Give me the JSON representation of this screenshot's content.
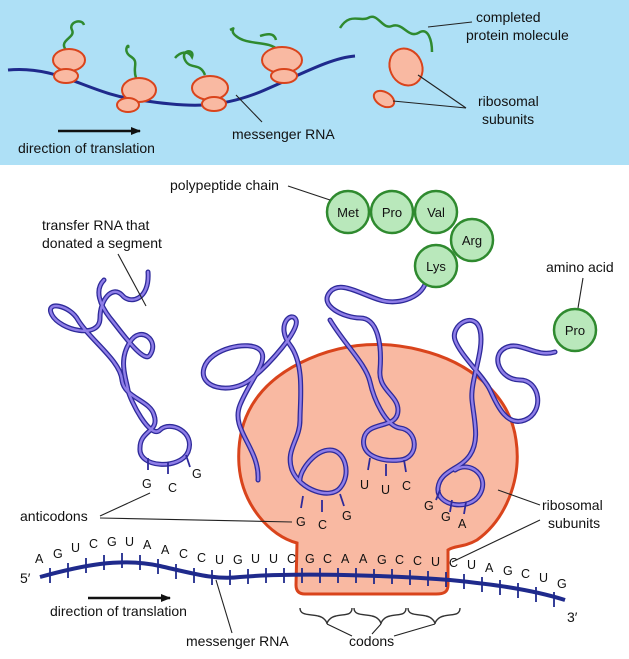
{
  "top_panel": {
    "completed_protein_line1": "completed",
    "completed_protein_line2": "protein molecule",
    "ribosomal_subunits_line1": "ribosomal",
    "ribosomal_subunits_line2": "subunits",
    "messenger_rna": "messenger RNA",
    "direction_of_translation": "direction of translation"
  },
  "main": {
    "polypeptide_chain": "polypeptide chain",
    "amino_acids": [
      "Met",
      "Pro",
      "Val",
      "Arg",
      "Lys"
    ],
    "amino_acid_label": "amino acid",
    "free_amino_acid": "Pro",
    "trna_label_line1": "transfer RNA that",
    "trna_label_line2": "donated a segment",
    "anticodons_label": "anticodons",
    "ribosomal_subunits_line1": "ribosomal",
    "ribosomal_subunits_line2": "subunits",
    "direction_of_translation": "direction of translation",
    "messenger_rna": "messenger RNA",
    "codons_label": "codons",
    "five_prime": "5′",
    "three_prime": "3′",
    "mrna_bases": [
      "A",
      "G",
      "U",
      "C",
      "G",
      "U",
      "A",
      "A",
      "C",
      "C",
      "U",
      "G",
      "U",
      "U",
      "C",
      "G",
      "C",
      "A",
      "A",
      "G",
      "C",
      "C",
      "U",
      "C",
      "U",
      "A",
      "G",
      "C",
      "U",
      "G"
    ],
    "anticodon_1": [
      "G",
      "C",
      "G"
    ],
    "anticodon_2": [
      "G",
      "C",
      "G"
    ],
    "anticodon_3": [
      "U",
      "U",
      "C"
    ],
    "anticodon_4": [
      "G",
      "G",
      "A"
    ]
  },
  "colors": {
    "top_panel_bg": "#aee0f6",
    "ribosome_fill": "#f9b9a2",
    "ribosome_stroke": "#d9441c",
    "mrna": "#1f2a8c",
    "protein": "#2f8a2f",
    "amino_acid_fill": "#b9e8bb",
    "amino_acid_stroke": "#2f8a2f",
    "trna_outer": "#2e2a9a",
    "trna_inner": "#8f7ee8"
  }
}
